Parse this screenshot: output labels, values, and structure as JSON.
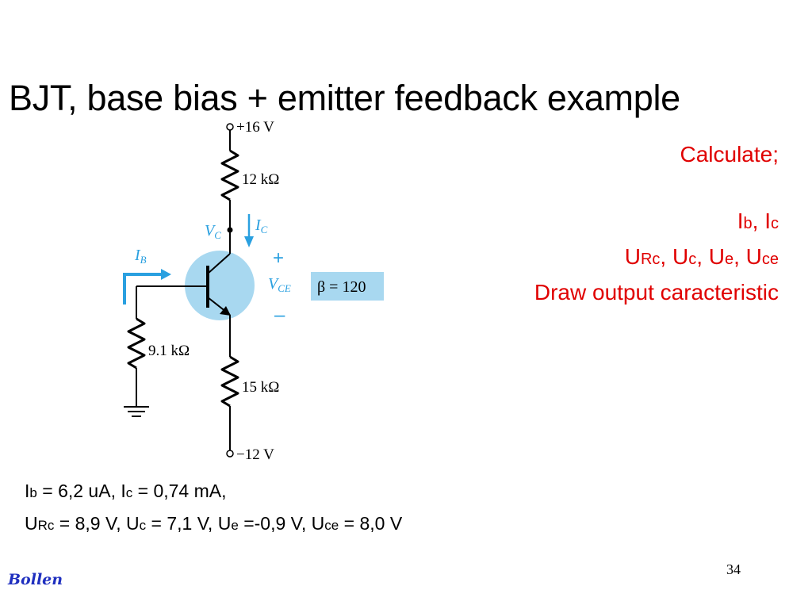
{
  "title": "BJT, base bias + emitter feedback example",
  "circuit": {
    "vcc_label": "+16 V",
    "vee_label": "−12 V",
    "rc_label": "12 kΩ",
    "rb_label": "9.1 kΩ",
    "re_label": "15 kΩ",
    "vc_label": "V",
    "vc_sub": "C",
    "ic_label": "I",
    "ic_sub": "C",
    "ib_label": "I",
    "ib_sub": "B",
    "vce_label": "V",
    "vce_sub": "CE",
    "plus": "+",
    "minus": "–",
    "beta_label": "β = 120"
  },
  "tasks": {
    "heading": "Calculate;",
    "line1": {
      "a": "I",
      "a_sub": "b",
      "sep": ", ",
      "b": "I",
      "b_sub": "c"
    },
    "line2": {
      "a": "U",
      "a_sub": "Rc",
      "b": ", U",
      "b_sub": "c",
      "c": ", U",
      "c_sub": "e",
      "d": ", U",
      "d_sub": "ce"
    },
    "line3": "Draw output caracteristic"
  },
  "answers": {
    "row1": {
      "a": "I",
      "a_sub": "b",
      "a_val": " = 6,2 uA, ",
      "b": "I",
      "b_sub": "c",
      "b_val": " = 0,74 mA,"
    },
    "row2": {
      "a": "U",
      "a_sub": "Rc",
      "a_val": " = 8,9 V, ",
      "b": "U",
      "b_sub": "c",
      "b_val": " = 7,1 V, ",
      "c": "U",
      "c_sub": "e",
      "c_val": " =-0,9 V, ",
      "d": "U",
      "d_sub": "ce",
      "d_val": " = 8,0 V"
    }
  },
  "page_number": "34",
  "logo_text": "Bollen",
  "colors": {
    "accent_red": "#e00000",
    "transistor_circle": "#a8d8f0",
    "beta_box": "#a8d8f0",
    "arrow_blue": "#2aa0e0",
    "logo_blue": "#1f2fbf"
  }
}
